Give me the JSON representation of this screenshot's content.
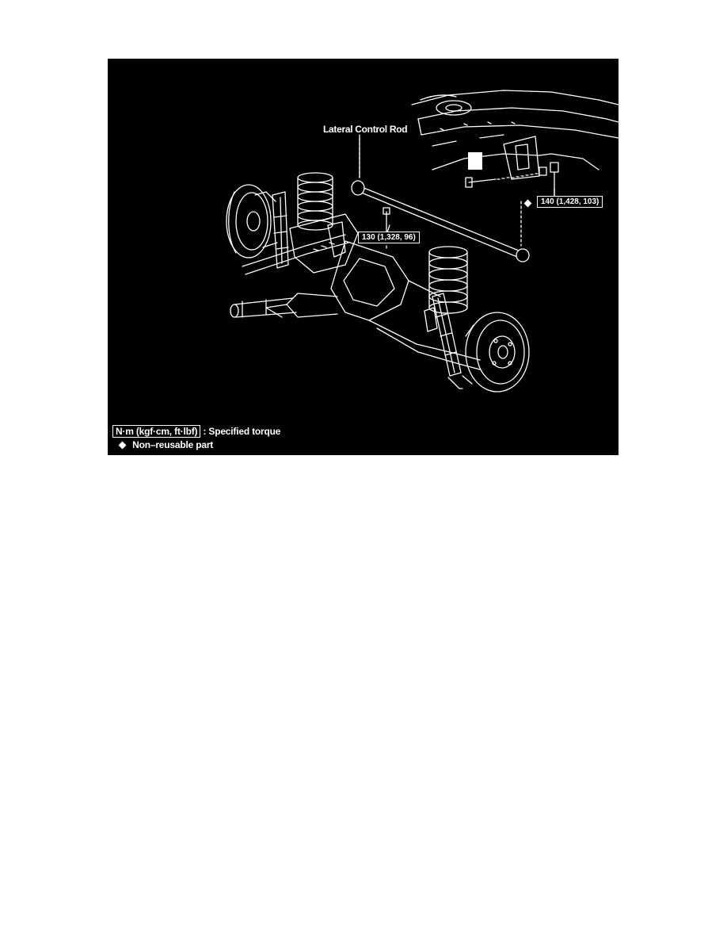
{
  "diagram": {
    "title_label": "Lateral Control Rod",
    "torque_rear_bolt": "140 (1,428, 103)",
    "torque_front_bolt": "130 (1,328, 96)",
    "legend": {
      "torque_unit_box": "N·m (kgf·cm, ft·lbf)",
      "torque_desc": ": Specified torque",
      "nonreusable_desc": "Non–reusable part"
    },
    "colors": {
      "background": "#000000",
      "linework": "#ffffff"
    }
  }
}
